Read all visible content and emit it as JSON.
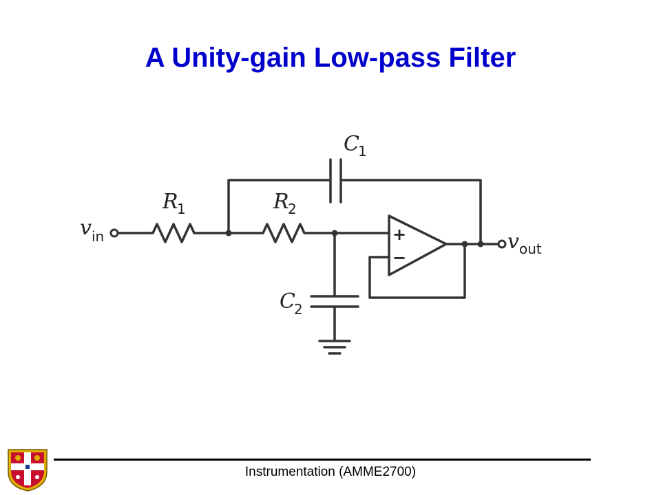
{
  "slide": {
    "title": "A Unity-gain Low-pass Filter",
    "footer": "Instrumentation (AMME2700)"
  },
  "circuit": {
    "labels": {
      "vin_main": "v",
      "vin_sub": "in",
      "vout_main": "v",
      "vout_sub": "out",
      "r1_main": "R",
      "r1_sub": "1",
      "r2_main": "R",
      "r2_sub": "2",
      "c1_main": "C",
      "c1_sub": "1",
      "c2_main": "C",
      "c2_sub": "2",
      "plus": "+",
      "minus": "−"
    }
  },
  "colors": {
    "title": "#0000cc",
    "wire": "#333333",
    "logo_shield": "#c8102e",
    "logo_gold": "#e0b000"
  }
}
